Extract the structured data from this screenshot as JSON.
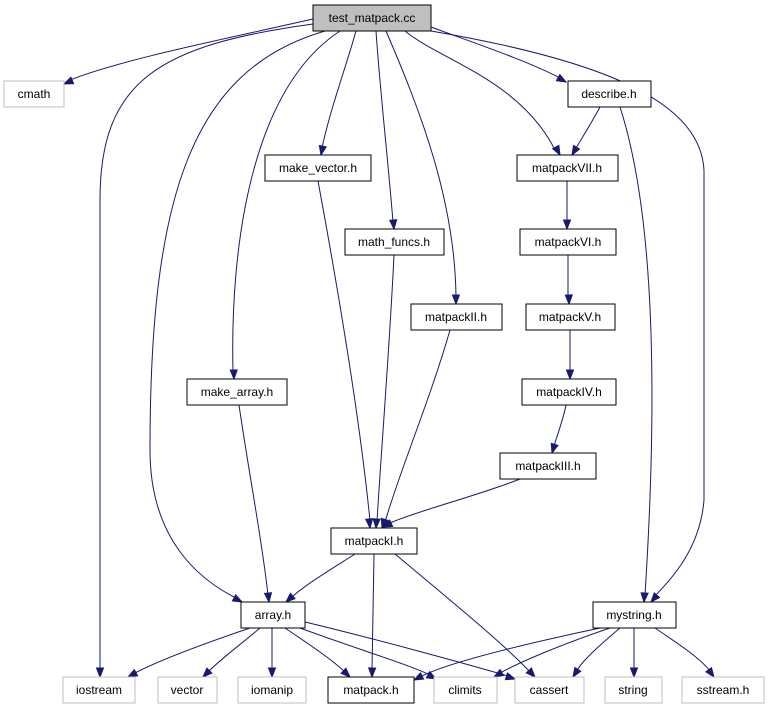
{
  "diagram": {
    "colors": {
      "edge": "#191970",
      "root_fill": "#bfbfbf",
      "node_border": "#000000",
      "system_border": "#bfbfbf"
    },
    "nodes": {
      "test_matpack": "test_matpack.cc",
      "cmath": "cmath",
      "describe": "describe.h",
      "make_vector": "make_vector.h",
      "matpackVII": "matpackVII.h",
      "math_funcs": "math_funcs.h",
      "matpackVI": "matpackVI.h",
      "matpackII": "matpackII.h",
      "matpackV": "matpackV.h",
      "make_array": "make_array.h",
      "matpackIV": "matpackIV.h",
      "matpackIII": "matpackIII.h",
      "matpackI": "matpackI.h",
      "array": "array.h",
      "mystring": "mystring.h",
      "iostream": "iostream",
      "vector": "vector",
      "iomanip": "iomanip",
      "matpack": "matpack.h",
      "climits": "climits",
      "cassert": "cassert",
      "string": "string",
      "sstream": "sstream.h"
    },
    "edges": [
      [
        "test_matpack",
        "cmath"
      ],
      [
        "test_matpack",
        "describe"
      ],
      [
        "test_matpack",
        "make_vector"
      ],
      [
        "test_matpack",
        "matpackVII"
      ],
      [
        "test_matpack",
        "math_funcs"
      ],
      [
        "test_matpack",
        "matpackII"
      ],
      [
        "test_matpack",
        "make_array"
      ],
      [
        "test_matpack",
        "array"
      ],
      [
        "test_matpack",
        "iostream"
      ],
      [
        "test_matpack",
        "mystring"
      ],
      [
        "describe",
        "matpackVII"
      ],
      [
        "describe",
        "mystring"
      ],
      [
        "matpackVII",
        "matpackVI"
      ],
      [
        "matpackVI",
        "matpackV"
      ],
      [
        "matpackV",
        "matpackIV"
      ],
      [
        "matpackIV",
        "matpackIII"
      ],
      [
        "matpackIII",
        "matpackI"
      ],
      [
        "make_vector",
        "matpackI"
      ],
      [
        "math_funcs",
        "matpackI"
      ],
      [
        "matpackII",
        "matpackI"
      ],
      [
        "make_array",
        "array"
      ],
      [
        "matpackI",
        "array"
      ],
      [
        "matpackI",
        "matpack"
      ],
      [
        "matpackI",
        "cassert"
      ],
      [
        "array",
        "iostream"
      ],
      [
        "array",
        "vector"
      ],
      [
        "array",
        "iomanip"
      ],
      [
        "array",
        "matpack"
      ],
      [
        "array",
        "climits"
      ],
      [
        "array",
        "cassert"
      ],
      [
        "mystring",
        "matpack"
      ],
      [
        "mystring",
        "climits"
      ],
      [
        "mystring",
        "cassert"
      ],
      [
        "mystring",
        "string"
      ],
      [
        "mystring",
        "sstream"
      ]
    ]
  }
}
